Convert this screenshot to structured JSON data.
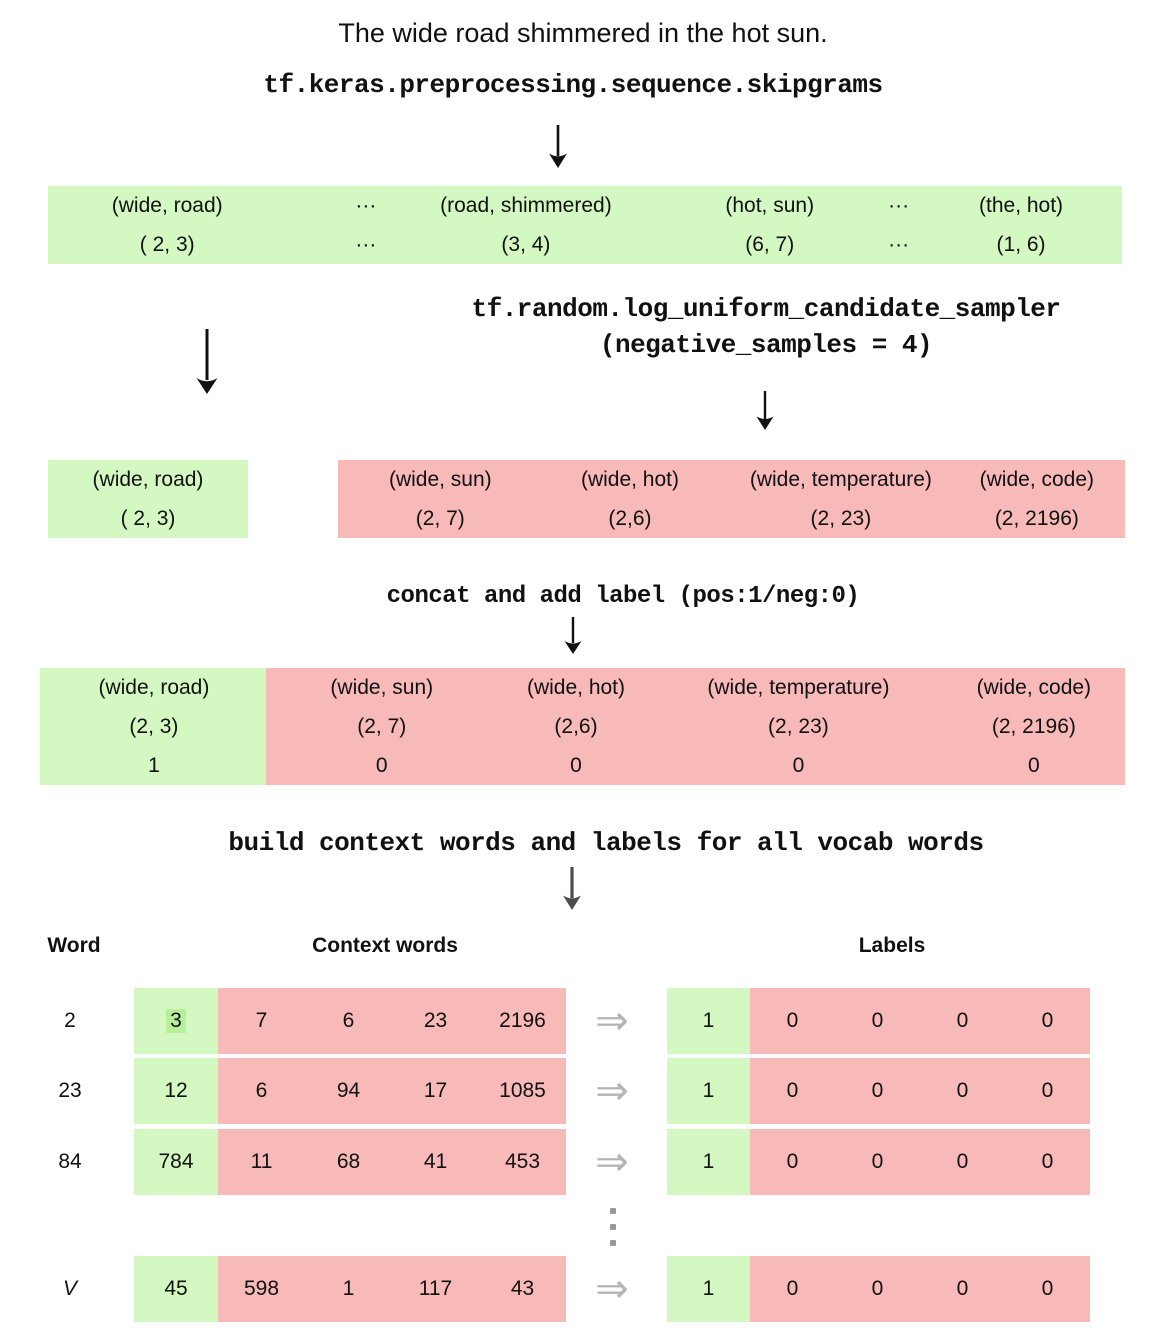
{
  "sentence": "The wide road shimmered in the hot sun.",
  "steps": {
    "skipgrams_fn": "tf.keras.preprocessing.sequence.skipgrams",
    "sampler_fn": "tf.random.log_uniform_candidate_sampler",
    "sampler_args": "(negative_samples = 4)",
    "concat_label": "concat and add label (pos:1/neg:0)",
    "build_label": "build context words and labels for all vocab words"
  },
  "skipgram_band": {
    "pairs": [
      "(wide, road)",
      "···",
      "(road, shimmered)",
      "(hot, sun)",
      "···",
      "(the, hot)"
    ],
    "indices": [
      "( 2, 3)",
      "···",
      "(3, 4)",
      "(6, 7)",
      "···",
      "(1, 6)"
    ]
  },
  "positive_sample": {
    "pair": "(wide, road)",
    "indices": "( 2, 3)"
  },
  "negative_samples": {
    "pairs": [
      "(wide, sun)",
      "(wide, hot)",
      "(wide, temperature)",
      "(wide, code)"
    ],
    "indices": [
      "(2, 7)",
      "(2,6)",
      "(2, 23)",
      "(2, 2196)"
    ]
  },
  "concat_table": {
    "pairs": [
      "(wide, road)",
      "(wide, sun)",
      "(wide, hot)",
      "(wide, temperature)",
      "(wide, code)"
    ],
    "indices": [
      "(2, 3)",
      "(2, 7)",
      "(2,6)",
      "(2, 23)",
      "(2, 2196)"
    ],
    "labels": [
      "1",
      "0",
      "0",
      "0",
      "0"
    ]
  },
  "vocab_table": {
    "headers": {
      "word": "Word",
      "context": "Context words",
      "labels": "Labels"
    },
    "rows": [
      {
        "word": "2",
        "target": "3",
        "contexts": [
          "7",
          "6",
          "23",
          "2196"
        ],
        "target_label": "1",
        "context_labels": [
          "0",
          "0",
          "0",
          "0"
        ]
      },
      {
        "word": "23",
        "target": "12",
        "contexts": [
          "6",
          "94",
          "17",
          "1085"
        ],
        "target_label": "1",
        "context_labels": [
          "0",
          "0",
          "0",
          "0"
        ]
      },
      {
        "word": "84",
        "target": "784",
        "contexts": [
          "11",
          "68",
          "41",
          "453"
        ],
        "target_label": "1",
        "context_labels": [
          "0",
          "0",
          "0",
          "0"
        ]
      },
      {
        "word": "V",
        "target": "45",
        "contexts": [
          "598",
          "1",
          "117",
          "43"
        ],
        "target_label": "1",
        "context_labels": [
          "0",
          "0",
          "0",
          "0"
        ]
      }
    ]
  },
  "icons": {
    "row_arrow": "⇒"
  },
  "colors": {
    "positive_green": "#d4f8c1",
    "negative_red": "#f8b9b9",
    "target_highlight": "#b7ef9a",
    "arrow_gray": "#b5b5b5"
  }
}
